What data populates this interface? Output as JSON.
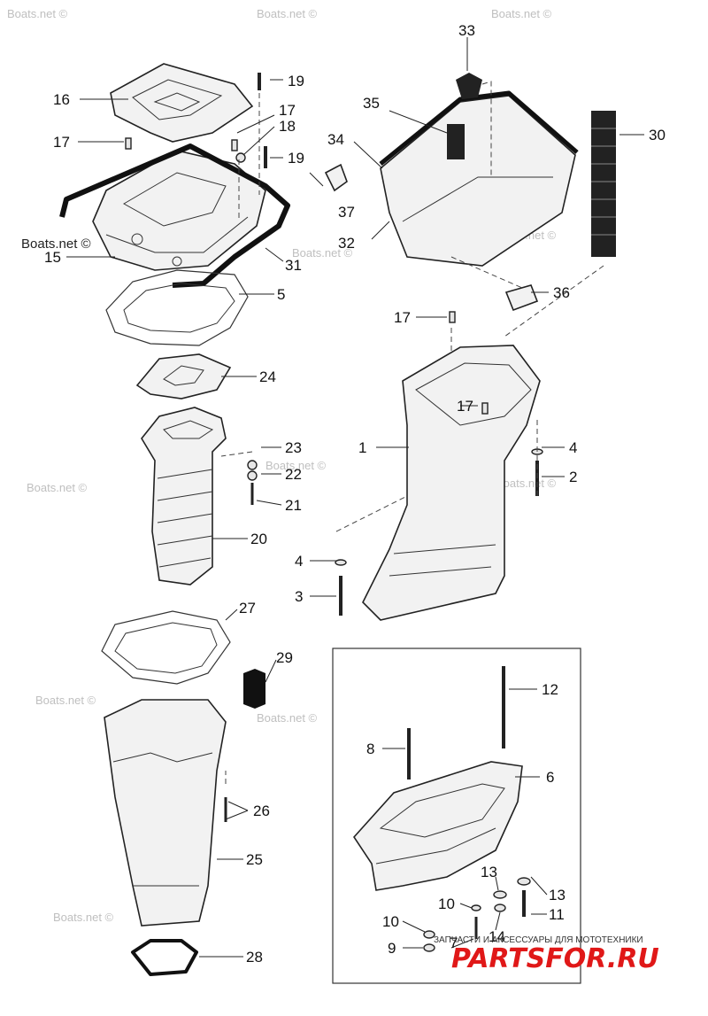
{
  "watermark": "Boats.net ©",
  "callouts": {
    "c1": "1",
    "c2": "2",
    "c3": "3",
    "c4a": "4",
    "c4b": "4",
    "c5": "5",
    "c6": "6",
    "c7": "7",
    "c8": "8",
    "c9": "9",
    "c10a": "10",
    "c10b": "10",
    "c11": "11",
    "c12": "12",
    "c13a": "13",
    "c13b": "13",
    "c14": "14",
    "c15": "15",
    "c16": "16",
    "c17a": "17",
    "c17b": "17",
    "c17c": "17",
    "c17d": "17",
    "c18": "18",
    "c19a": "19",
    "c19b": "19",
    "c20": "20",
    "c21": "21",
    "c22": "22",
    "c23": "23",
    "c24": "24",
    "c25": "25",
    "c26": "26",
    "c27": "27",
    "c28": "28",
    "c29": "29",
    "c30": "30",
    "c31": "31",
    "c32": "32",
    "c33": "33",
    "c34": "34",
    "c35": "35",
    "c36": "36",
    "c37": "37"
  },
  "footer": {
    "tagline": "ЗАПЧАСТИ И АКСЕССУАРЫ ДЛЯ МОТОТЕХНИКИ",
    "brand": "PARTSFOR.RU"
  }
}
